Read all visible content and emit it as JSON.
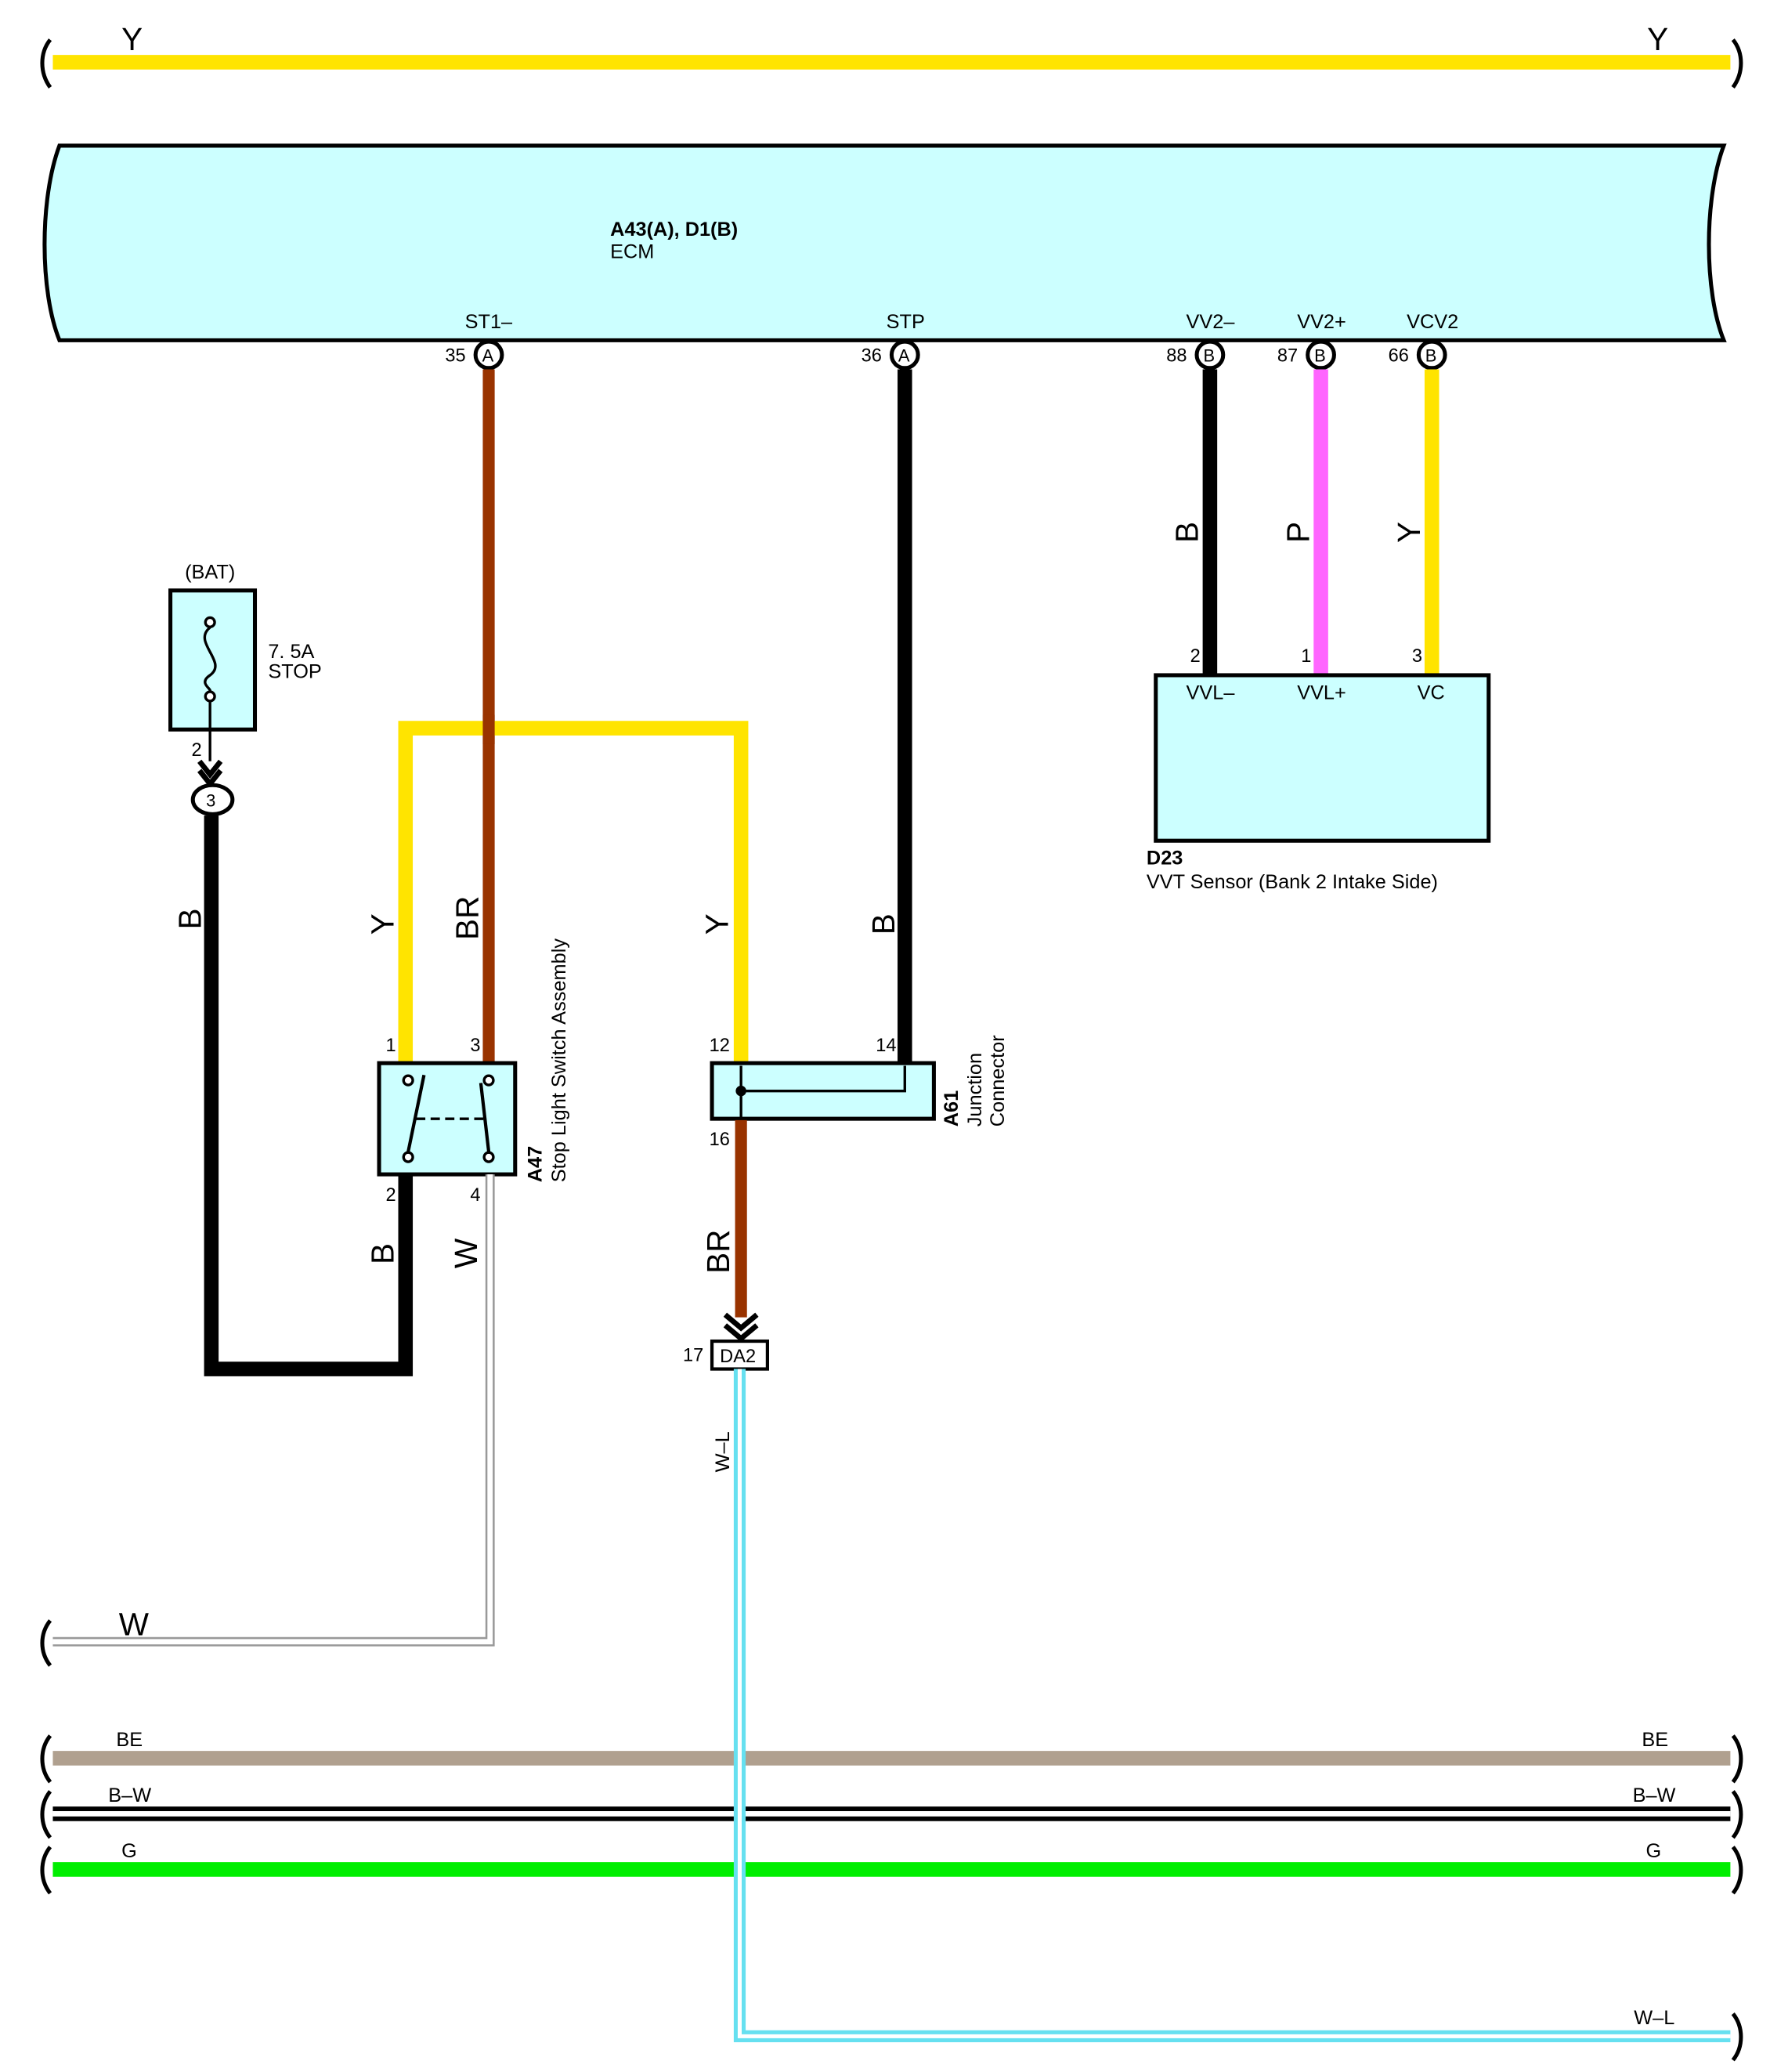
{
  "colors": {
    "yellow": "#FFE400",
    "brown": "#993300",
    "black": "#000000",
    "pink": "#FF66FF",
    "white": "#FFFFFF",
    "beige": "#B0A08F",
    "green": "#00EE00",
    "light_blue": "#66E0F0",
    "box_fill": "#CCFFFF"
  },
  "ecm": {
    "code": "A43(A), D1(B)",
    "name": "ECM"
  },
  "ecm_pins": [
    {
      "signal": "ST1–",
      "number": "35",
      "connector": "A"
    },
    {
      "signal": "STP",
      "number": "36",
      "connector": "A"
    },
    {
      "signal": "VV2–",
      "number": "88",
      "connector": "B"
    },
    {
      "signal": "VV2+",
      "number": "87",
      "connector": "B"
    },
    {
      "signal": "VCV2",
      "number": "66",
      "connector": "B"
    }
  ],
  "fuse": {
    "group": "(BAT)",
    "rating": "7. 5A",
    "name": "STOP",
    "pin": "2",
    "junction": "3"
  },
  "stop_switch": {
    "code": "A47",
    "name": "Stop Light Switch Assembly",
    "pins": [
      "1",
      "3",
      "2",
      "4"
    ]
  },
  "junction_connector": {
    "code": "A61",
    "name_line1": "Junction",
    "name_line2": "Connector",
    "pins": [
      "12",
      "14",
      "16"
    ]
  },
  "connector_da2": {
    "name": "DA2",
    "pin": "17"
  },
  "vvt_sensor": {
    "code": "D23",
    "name": "VVT Sensor (Bank 2 Intake Side)",
    "pins": [
      {
        "number": "2",
        "signal": "VVL–"
      },
      {
        "number": "1",
        "signal": "VVL+"
      },
      {
        "number": "3",
        "signal": "VC"
      }
    ]
  },
  "wire_labels": {
    "y": "Y",
    "b": "B",
    "br": "BR",
    "p": "P",
    "w": "W",
    "wl": "W–L",
    "be": "BE",
    "bw": "B–W",
    "g": "G"
  }
}
